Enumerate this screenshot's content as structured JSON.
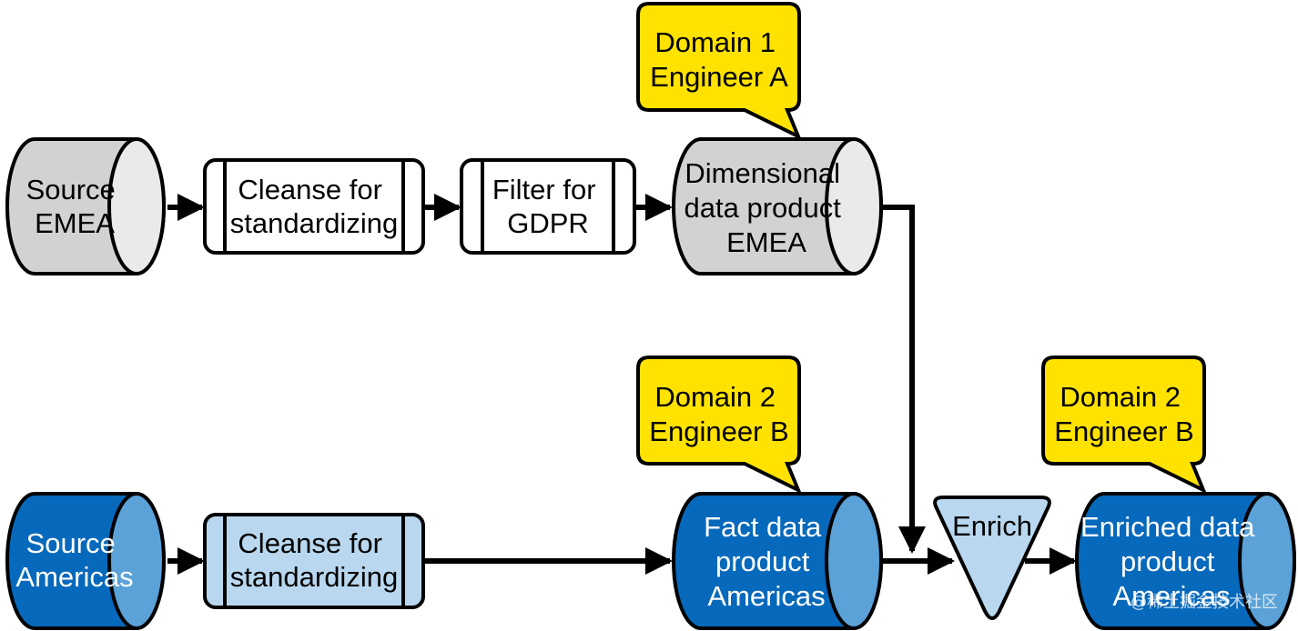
{
  "colors": {
    "gray_fill": "#d2d2d2",
    "gray_end": "#eaeaea",
    "blue_fill": "#0769bb",
    "blue_end": "#5aa2d8",
    "light_blue_fill": "#b9d8ef",
    "callout_fill": "#ffe200",
    "stroke": "#000000",
    "white": "#ffffff"
  },
  "nodes": {
    "source_emea": [
      "Source",
      "EMEA"
    ],
    "cleanse_emea": [
      "Cleanse for",
      "standardizing"
    ],
    "filter_gdpr": [
      "Filter for",
      "GDPR"
    ],
    "dim_product": [
      "Dimensional",
      "data product",
      "EMEA"
    ],
    "source_americas": [
      "Source",
      "Americas"
    ],
    "cleanse_americas": [
      "Cleanse for",
      "standardizing"
    ],
    "fact_product": [
      "Fact data",
      "product",
      "Americas"
    ],
    "enrich": [
      "Enrich"
    ],
    "enriched_product": [
      "Enriched data",
      "product",
      "Americas"
    ]
  },
  "callouts": {
    "domain1_engA": [
      "Domain 1",
      "Engineer A"
    ],
    "domain2_engB_fact": [
      "Domain 2",
      "Engineer B"
    ],
    "domain2_engB_enriched": [
      "Domain 2",
      "Engineer B"
    ]
  },
  "watermark": "@稀土掘金技术社区"
}
